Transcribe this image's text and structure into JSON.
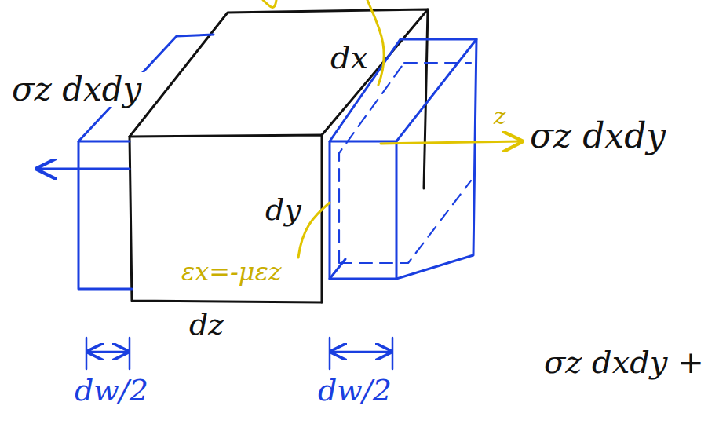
{
  "diagram": {
    "labels": [
      "σz dxdy",
      "dx",
      "z",
      "σz dxdy",
      "dy",
      "εx=-μεz",
      "dz",
      "dw/2",
      "dw/2",
      "σz dxdy +"
    ]
  }
}
